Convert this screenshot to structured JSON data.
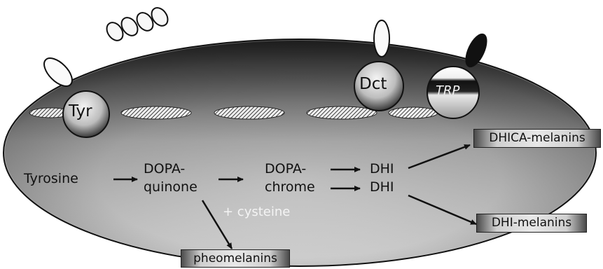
{
  "proteins": {
    "tyr": "Tyr",
    "dct": "Dct",
    "trp": "TRP"
  },
  "pathway": {
    "tyrosine": "Tyrosine",
    "dopaquinone_line1": "DOPA-",
    "dopaquinone_line2": "quinone",
    "dopachrome_line1": "DOPA-",
    "dopachrome_line2": "chrome",
    "dhi_top": "DHI",
    "dhi_bottom": "DHI",
    "cysteine": "+ cysteine"
  },
  "products": {
    "dhica_melanins": "DHICA-melanins",
    "dhi_melanins": "DHI-melanins",
    "pheomelanins": "pheomelanins"
  },
  "colors": {
    "outline": "#111111",
    "arrow": "#111111",
    "cell_light": "#dcdcdc",
    "cell_dark": "#2a2a2a"
  }
}
